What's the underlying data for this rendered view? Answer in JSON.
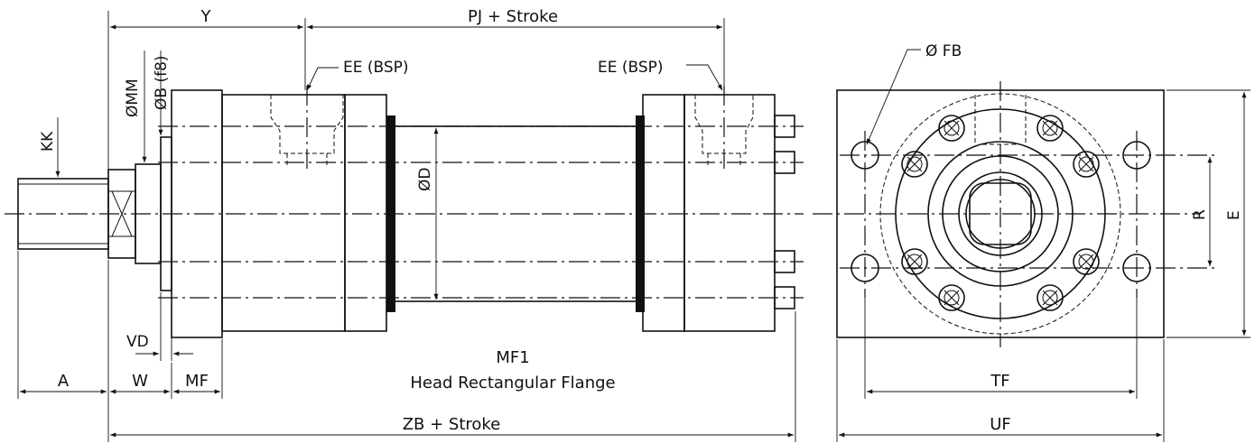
{
  "labels": {
    "y": "Y",
    "pj_stroke": "PJ + Stroke",
    "ee_left": "EE (BSP)",
    "ee_right": "EE (BSP)",
    "fb": "Ø FB",
    "ob": "ØB (f8)",
    "omm": "ØMM",
    "kk": "KK",
    "od": "ØD",
    "vd": "VD",
    "a": "A",
    "w": "W",
    "mf": "MF",
    "mf1": "MF1",
    "subtitle": "Head Rectangular Flange",
    "zb_stroke": "ZB + Stroke",
    "tf": "TF",
    "uf": "UF",
    "r": "R",
    "e": "E"
  }
}
